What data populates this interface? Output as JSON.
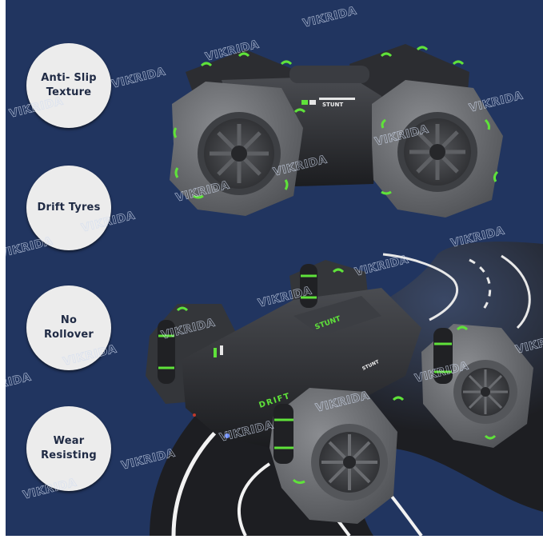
{
  "brand_watermark": "VIKRIDA",
  "colors": {
    "background": "#213560",
    "circle_fill": "#ececec",
    "circle_text": "#1f2a44",
    "accent_green": "#5fe23a",
    "car_body": "#2b2d31",
    "wheel_gray": "#6d6f73",
    "road": "#1d1e22"
  },
  "features": [
    {
      "label": "Anti- Slip\nTexture"
    },
    {
      "label": "Drift Tyres"
    },
    {
      "label": "No\nRollover"
    },
    {
      "label": "Wear\nResisting"
    }
  ],
  "product": {
    "top_car_label": "STUNT",
    "bottom_car_labels": [
      "STUNT",
      "STUNT",
      "DRIFT"
    ]
  }
}
